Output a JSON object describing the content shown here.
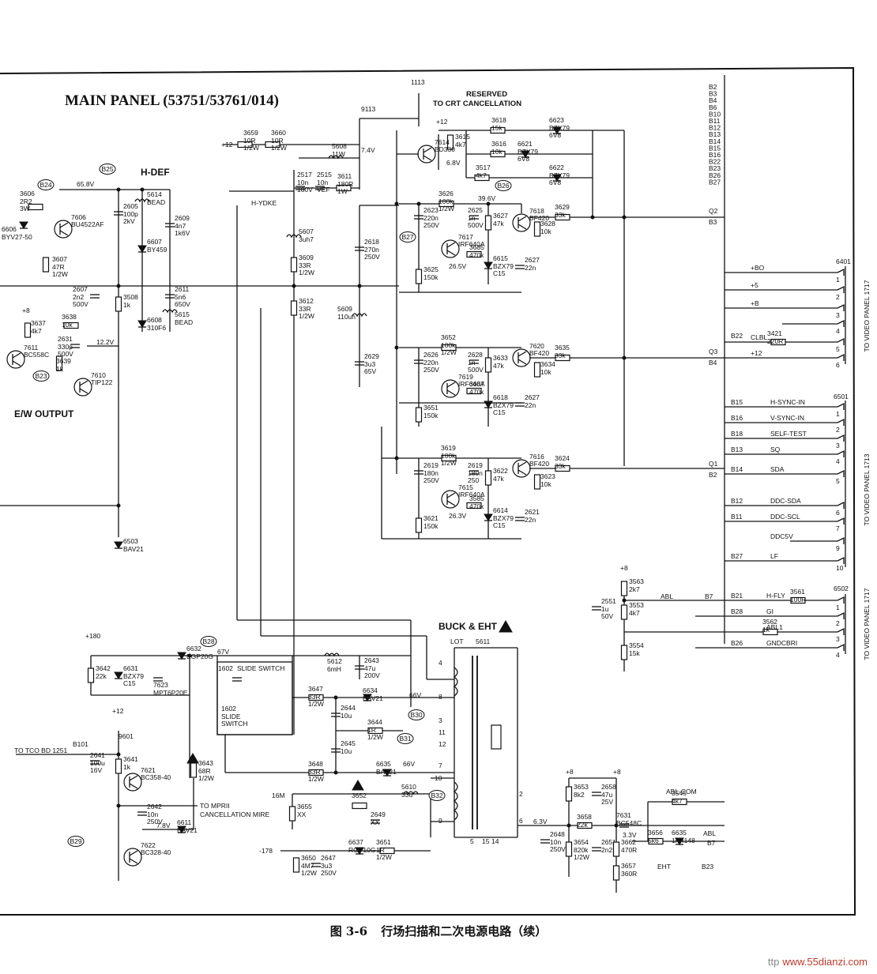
{
  "title": "MAIN PANEL (53751/53761/014)",
  "sections": {
    "hdef": "H-DEF",
    "ew_output": "E/W OUTPUT",
    "buck_eht": "BUCK & EHT"
  },
  "caption": {
    "fig_no": "图 3-6",
    "text": "行场扫描和二次电源电路（续）"
  },
  "watermark": {
    "prefix": "ttp",
    "site": "www.55dianzi.com"
  },
  "notes": {
    "reserved": "RESERVED",
    "crt_cancel": "TO CRT CANCELLATION",
    "to_tco": "TO TCO BD 1251",
    "to_mprii": "TO MPRII",
    "cancel_mire": "CANCELLATION MIRE",
    "slide_switch": "SLIDE SWITCH",
    "lot": "LOT",
    "lot_ref": "5611",
    "hydke": "H-YDKE",
    "eht": "EHT"
  },
  "connectors": {
    "p6401": {
      "ref": "6401",
      "panel": "TO VIDEO PANEL 1717",
      "pins": [
        {
          "n": "1",
          "label": "+BO"
        },
        {
          "n": "2",
          "label": "+5"
        },
        {
          "n": "3",
          "label": "+B"
        },
        {
          "n": "4",
          "label": ""
        },
        {
          "n": "5",
          "label": "CLBL"
        },
        {
          "n": "6",
          "label": "+12"
        }
      ]
    },
    "p6501": {
      "ref": "6501",
      "panel": "TO VIDEO PANEL 1713",
      "pins": [
        {
          "n": "1",
          "bus": "B15",
          "label": "H-SYNC-IN"
        },
        {
          "n": "2",
          "bus": "B16",
          "label": "V-SYNC-IN"
        },
        {
          "n": "3",
          "bus": "B18",
          "label": "SELF-TEST"
        },
        {
          "n": "4",
          "bus": "B13",
          "label": "SQ"
        },
        {
          "n": "5",
          "bus": "B14",
          "label": "SDA"
        },
        {
          "n": "6",
          "bus": "B12",
          "label": "DDC-SDA"
        },
        {
          "n": "7",
          "bus": "B11",
          "label": "DDC-SCL"
        },
        {
          "n": "9",
          "bus": "",
          "label": "DDC5V"
        },
        {
          "n": "10",
          "bus": "B27",
          "label": "LF"
        }
      ]
    },
    "p6502": {
      "ref": "6502",
      "panel": "TO VIDEO PANEL 1717",
      "pins": [
        {
          "n": "1",
          "bus": "B21",
          "label": "H-FLY"
        },
        {
          "n": "2",
          "bus": "B28",
          "label": "GI"
        },
        {
          "n": "3",
          "bus": "",
          "label": "ABL1"
        },
        {
          "n": "4",
          "bus": "B26",
          "label": "GNDCBRI"
        }
      ]
    }
  },
  "bus_list": [
    "B2",
    "B3",
    "B4",
    "B6",
    "B10",
    "B11",
    "B12",
    "B13",
    "B14",
    "B15",
    "B16",
    "B22",
    "B23",
    "B26",
    "B27"
  ],
  "components": [
    {
      "id": "r3659",
      "ref": "3659",
      "val": "10R 1/2W"
    },
    {
      "id": "r3660",
      "ref": "3660",
      "val": "10R 1/2W"
    },
    {
      "id": "l5608",
      "ref": "5608",
      "val": "11W"
    },
    {
      "id": "q7614",
      "ref": "7614",
      "val": "BD330"
    },
    {
      "id": "r3615",
      "ref": "3615",
      "val": "4k7"
    },
    {
      "id": "r3618",
      "ref": "3618",
      "val": "15k"
    },
    {
      "id": "r3616",
      "ref": "3616",
      "val": "10k"
    },
    {
      "id": "r3517",
      "ref": "3517",
      "val": "4k7"
    },
    {
      "id": "d6623",
      "ref": "6623",
      "val": "BZX79 6V8"
    },
    {
      "id": "d6621",
      "ref": "6621",
      "val": "BZX79 6V8"
    },
    {
      "id": "d6622",
      "ref": "6622",
      "val": "BZX79 6V8"
    },
    {
      "id": "r3606",
      "ref": "3606",
      "val": "2R2 3W"
    },
    {
      "id": "d6606",
      "ref": "6606",
      "val": "BYV27-50"
    },
    {
      "id": "q7606",
      "ref": "7606",
      "val": "BU4522AF"
    },
    {
      "id": "r3607",
      "ref": "3607",
      "val": "47R 1/2W"
    },
    {
      "id": "l5614",
      "ref": "5614",
      "val": "BEAD"
    },
    {
      "id": "c2605",
      "ref": "2605",
      "val": "100p 2kV"
    },
    {
      "id": "c2609",
      "ref": "2609",
      "val": "4n7 1k6V"
    },
    {
      "id": "d6607",
      "ref": "6607",
      "val": "BY459"
    },
    {
      "id": "c2517",
      "ref": "2517",
      "val": "10n 100V"
    },
    {
      "id": "c2515",
      "ref": "2515",
      "val": "10n VEF"
    },
    {
      "id": "r3611",
      "ref": "3611",
      "val": "180R 1W"
    },
    {
      "id": "l5607",
      "ref": "5607",
      "val": "3uh7"
    },
    {
      "id": "r3609",
      "ref": "3609",
      "val": "33R 1/2W"
    },
    {
      "id": "r3612",
      "ref": "3612",
      "val": "33R 1/2W"
    },
    {
      "id": "c2618",
      "ref": "2618",
      "val": "270n 250V"
    },
    {
      "id": "l5609",
      "ref": "5609",
      "val": "110uh"
    },
    {
      "id": "c2629",
      "ref": "2629",
      "val": "3u3 65V"
    },
    {
      "id": "c2607",
      "ref": "2607",
      "val": "2n2 500V"
    },
    {
      "id": "r3508",
      "ref": "3508",
      "val": "1k"
    },
    {
      "id": "c2611",
      "ref": "2611",
      "val": "5n6 650V"
    },
    {
      "id": "l5615",
      "ref": "5615",
      "val": "BEAD"
    },
    {
      "id": "d6608",
      "ref": "6608",
      "val": "310F6"
    },
    {
      "id": "r3637",
      "ref": "3637",
      "val": "4k7"
    },
    {
      "id": "r3638",
      "ref": "3638",
      "val": "10k"
    },
    {
      "id": "c2631",
      "ref": "2631",
      "val": "330p 500V"
    },
    {
      "id": "r3639",
      "ref": "3639",
      "val": "1k"
    },
    {
      "id": "q7611",
      "ref": "7611",
      "val": "BC558C"
    },
    {
      "id": "q7610",
      "ref": "7610",
      "val": "TIP122"
    },
    {
      "id": "d6503",
      "ref": "6503",
      "val": "BAV21"
    },
    {
      "id": "r3626",
      "ref": "3626",
      "val": "100k 1/2W"
    },
    {
      "id": "c2623",
      "ref": "2623",
      "val": "220n 250V"
    },
    {
      "id": "c2625",
      "ref": "2625",
      "val": "1n 500V"
    },
    {
      "id": "r3627",
      "ref": "3627",
      "val": "47k"
    },
    {
      "id": "q7618",
      "ref": "7618",
      "val": "BF420"
    },
    {
      "id": "r3629",
      "ref": "3629",
      "val": "33k"
    },
    {
      "id": "r3628",
      "ref": "3628",
      "val": "10k"
    },
    {
      "id": "q7617",
      "ref": "7617",
      "val": "IRF640A"
    },
    {
      "id": "r3685",
      "ref": "3685",
      "val": "470k"
    },
    {
      "id": "d6615",
      "ref": "6615",
      "val": "BZX79 C15"
    },
    {
      "id": "c2627a",
      "ref": "2627",
      "val": "22n"
    },
    {
      "id": "r3625",
      "ref": "3625",
      "val": "150k"
    },
    {
      "id": "r3652",
      "ref": "3652",
      "val": "100k 1/2W"
    },
    {
      "id": "c2626",
      "ref": "2626",
      "val": "220n 250V"
    },
    {
      "id": "c2628",
      "ref": "2628",
      "val": "1n 500V"
    },
    {
      "id": "r3633",
      "ref": "3633",
      "val": "47k"
    },
    {
      "id": "q7620",
      "ref": "7620",
      "val": "BF420"
    },
    {
      "id": "r3635",
      "ref": "3635",
      "val": "33k"
    },
    {
      "id": "r3634",
      "ref": "3634",
      "val": "10k"
    },
    {
      "id": "q7619",
      "ref": "7619",
      "val": "IRF640A"
    },
    {
      "id": "r3687",
      "ref": "3687",
      "val": "470k"
    },
    {
      "id": "d6618",
      "ref": "6618",
      "val": "BZX79 C15"
    },
    {
      "id": "c2627b",
      "ref": "2627",
      "val": "22n"
    },
    {
      "id": "r3651",
      "ref": "3651",
      "val": "150k"
    },
    {
      "id": "r3619",
      "ref": "3619",
      "val": "100k 1/2W"
    },
    {
      "id": "c2619a",
      "ref": "2619",
      "val": "180n 250V"
    },
    {
      "id": "c2619b",
      "ref": "2619",
      "val": "180n 250"
    },
    {
      "id": "r3622",
      "ref": "3622",
      "val": "47k"
    },
    {
      "id": "q7616",
      "ref": "7616",
      "val": "BF420"
    },
    {
      "id": "r3624",
      "ref": "3624",
      "val": "33k"
    },
    {
      "id": "r3623",
      "ref": "3623",
      "val": "10k"
    },
    {
      "id": "q7615",
      "ref": "7615",
      "val": "IRF640A"
    },
    {
      "id": "r3585",
      "ref": "3585",
      "val": "470k"
    },
    {
      "id": "d6614",
      "ref": "6614",
      "val": "BZX79 C15"
    },
    {
      "id": "c2621",
      "ref": "2621",
      "val": "22n"
    },
    {
      "id": "r3621",
      "ref": "3621",
      "val": "150k"
    },
    {
      "id": "r3421",
      "ref": "3421",
      "val": "220R"
    },
    {
      "id": "r3563",
      "ref": "3563",
      "val": "2k7"
    },
    {
      "id": "c2551",
      "ref": "2551",
      "val": "1u 50V"
    },
    {
      "id": "r3553",
      "ref": "3553",
      "val": "4k7"
    },
    {
      "id": "r3554",
      "ref": "3554",
      "val": "15k"
    },
    {
      "id": "r3561",
      "ref": "3561",
      "val": "100R"
    },
    {
      "id": "r3562",
      "ref": "3562",
      "val": "1k"
    },
    {
      "id": "r3642",
      "ref": "3642",
      "val": "22k"
    },
    {
      "id": "d6631",
      "ref": "6631",
      "val": "BZX79 C15"
    },
    {
      "id": "q7623",
      "ref": "7623",
      "val": "MPT6P20E"
    },
    {
      "id": "d6632",
      "ref": "6632",
      "val": "EGP20G"
    },
    {
      "id": "l5612",
      "ref": "5612",
      "val": "6mH"
    },
    {
      "id": "c2643",
      "ref": "2643",
      "val": "47u 200V"
    },
    {
      "id": "s1602",
      "ref": "1602",
      "val": "SLIDE SWITCH"
    },
    {
      "id": "r3647",
      "ref": "3647",
      "val": "33R 1/2W"
    },
    {
      "id": "d6634",
      "ref": "6634",
      "val": "BAV21"
    },
    {
      "id": "c2644",
      "ref": "2644",
      "val": "10u"
    },
    {
      "id": "r3644",
      "ref": "3644",
      "val": "1R 1/2W"
    },
    {
      "id": "c2645",
      "ref": "2645",
      "val": "10u"
    },
    {
      "id": "r3648",
      "ref": "3648",
      "val": "33R 1/2W"
    },
    {
      "id": "d6635a",
      "ref": "6635",
      "val": "BAV21"
    },
    {
      "id": "c2641",
      "ref": "2641",
      "val": "100u 16V"
    },
    {
      "id": "r3641",
      "ref": "3641",
      "val": "1k"
    },
    {
      "id": "q7621",
      "ref": "7621",
      "val": "BC358-40"
    },
    {
      "id": "c2642",
      "ref": "2642",
      "val": "10n 250V"
    },
    {
      "id": "d6611",
      "ref": "6611",
      "val": "BAV21"
    },
    {
      "id": "q7622",
      "ref": "7622",
      "val": "BC328-40"
    },
    {
      "id": "r3643",
      "ref": "3643",
      "val": "68R 1/2W"
    },
    {
      "id": "r3655",
      "ref": "3655",
      "val": "XX"
    },
    {
      "id": "r3652b",
      "ref": "3652",
      "val": ""
    },
    {
      "id": "c2649",
      "ref": "2649",
      "val": "XX"
    },
    {
      "id": "l5610",
      "ref": "5610",
      "val": "33u"
    },
    {
      "id": "r3650",
      "ref": "3650",
      "val": "4M7 1/2W"
    },
    {
      "id": "c2647",
      "ref": "2647",
      "val": "3u3 250V"
    },
    {
      "id": "d6637",
      "ref": "6637",
      "val": "RGP10G"
    },
    {
      "id": "r3651b",
      "ref": "3651",
      "val": "1R 1/2W"
    },
    {
      "id": "c2648",
      "ref": "2648",
      "val": "10n 250V"
    },
    {
      "id": "r3653",
      "ref": "3653",
      "val": "8k2"
    },
    {
      "id": "c2658",
      "ref": "2658",
      "val": "47u 25V"
    },
    {
      "id": "r3658",
      "ref": "3658",
      "val": "22k"
    },
    {
      "id": "r3654",
      "ref": "3654",
      "val": "820k 1/2W"
    },
    {
      "id": "c2651",
      "ref": "2651",
      "val": "2n2"
    },
    {
      "id": "q7631",
      "ref": "7631",
      "val": "BC548C"
    },
    {
      "id": "r3662",
      "ref": "3662",
      "val": "470R"
    },
    {
      "id": "r3657",
      "ref": "3657",
      "val": "360R"
    },
    {
      "id": "r3656",
      "ref": "3656",
      "val": "5k6"
    },
    {
      "id": "d6635b",
      "ref": "6635",
      "val": "1N4148"
    },
    {
      "id": "r3545",
      "ref": "3545",
      "val": "4k7"
    }
  ],
  "nets": {
    "v65": "65.8V",
    "v74": "7.4V",
    "v68": "6.8V",
    "v396": "39.6V",
    "v122": "12.2V",
    "v265": "26.5V",
    "v263": "26.3V",
    "v67": "67V",
    "v66": "66V",
    "v63": "6.3V",
    "v33": "3.3V",
    "v78": "7.8V",
    "p12": "+12",
    "p8": "+8",
    "p180": "+180",
    "m178": "-178",
    "n16m": "16M",
    "n9113": "9113",
    "n1113": "1113",
    "n9601": "9601",
    "b101": "B101",
    "abl": "ABL",
    "abl_com": "ABL-COM"
  },
  "lot_pins": [
    "4",
    "8",
    "3",
    "11",
    "12",
    "7",
    "10",
    "9",
    "2",
    "6",
    "5",
    "15",
    "14"
  ],
  "bus_right": {
    "q2": "Q2",
    "b3": "B3",
    "q3": "Q3",
    "b4": "B4",
    "q1": "Q1",
    "b2": "B2",
    "b7a": "B7",
    "b7b": "B7",
    "b23": "B23",
    "b22": "B22"
  },
  "refs_circled": [
    "B24",
    "B25",
    "B26",
    "B27",
    "B29",
    "B30",
    "B31",
    "B32",
    "B28",
    "B23"
  ]
}
